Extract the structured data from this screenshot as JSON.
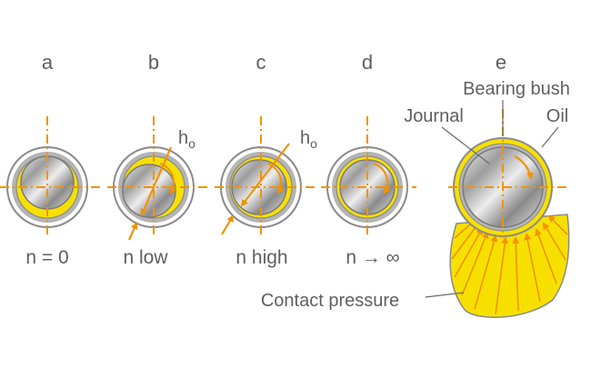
{
  "figure": {
    "panels": [
      {
        "letter": "a",
        "speed_label": "n = 0"
      },
      {
        "letter": "b",
        "speed_label": "n low",
        "gap_symbol": "h",
        "gap_subscript": "o"
      },
      {
        "letter": "c",
        "speed_label": "n high",
        "gap_symbol": "h",
        "gap_subscript": "o"
      },
      {
        "letter": "d",
        "speed_label": "n → ∞"
      },
      {
        "letter": "e"
      }
    ],
    "parts": {
      "bearing_bush": "Bearing bush",
      "journal": "Journal",
      "oil": "Oil",
      "contact_pressure": "Contact pressure"
    }
  },
  "colors": {
    "oil": "#f7e000",
    "accent": "#f39200",
    "ring": "#9a9a9a",
    "text": "#5f5f5f"
  }
}
